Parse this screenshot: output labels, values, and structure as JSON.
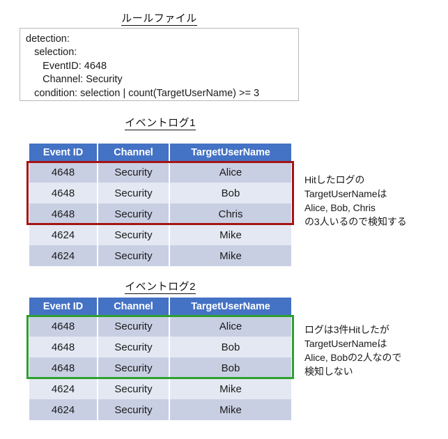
{
  "rule_section": {
    "title": "ルールファイル",
    "content": "detection:\n   selection:\n      EventID: 4648\n      Channel: Security\n   condition: selection | count(TargetUserName) >= 3"
  },
  "colors": {
    "header_blue": "#4472C4",
    "row_dark": "#C9CFE3",
    "row_light": "#E4E8F3",
    "highlight_detect": "#A51414",
    "highlight_no_detect": "#2EA02E",
    "box_border": "#B8B8B8"
  },
  "log1": {
    "title": "イベントログ1",
    "columns": [
      "Event ID",
      "Channel",
      "TargetUserName"
    ],
    "rows": [
      {
        "event_id": "4648",
        "channel": "Security",
        "username": "Alice"
      },
      {
        "event_id": "4648",
        "channel": "Security",
        "username": "Bob"
      },
      {
        "event_id": "4648",
        "channel": "Security",
        "username": "Chris"
      },
      {
        "event_id": "4624",
        "channel": "Security",
        "username": "Mike"
      },
      {
        "event_id": "4624",
        "channel": "Security",
        "username": "Mike"
      }
    ],
    "annotation": "Hitしたログの\nTargetUserNameは\nAlice, Bob, Chris\nの3人いるので検知する"
  },
  "log2": {
    "title": "イベントログ2",
    "columns": [
      "Event ID",
      "Channel",
      "TargetUserName"
    ],
    "rows": [
      {
        "event_id": "4648",
        "channel": "Security",
        "username": "Alice"
      },
      {
        "event_id": "4648",
        "channel": "Security",
        "username": "Bob"
      },
      {
        "event_id": "4648",
        "channel": "Security",
        "username": "Bob"
      },
      {
        "event_id": "4624",
        "channel": "Security",
        "username": "Mike"
      },
      {
        "event_id": "4624",
        "channel": "Security",
        "username": "Mike"
      }
    ],
    "annotation": "ログは3件Hitしたが\nTargetUserNameは\nAlice, Bobの2人なので\n検知しない"
  }
}
